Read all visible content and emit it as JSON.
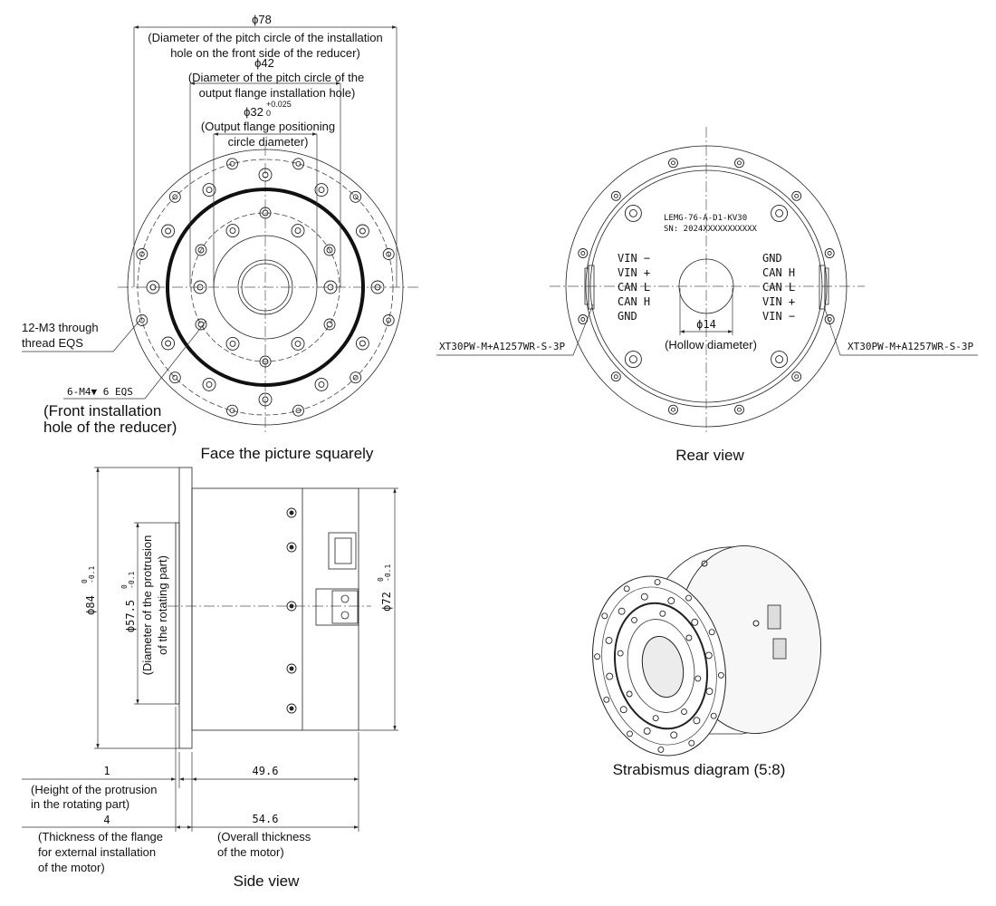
{
  "front_view": {
    "dim_78": "ϕ78",
    "desc_78_line1": "(Diameter of the pitch circle of the installation",
    "desc_78_line2": "hole on the front side of the reducer)",
    "dim_42": "ϕ42",
    "desc_42_line1": "(Diameter of the pitch circle of the",
    "desc_42_line2": "output flange installation hole)",
    "dim_32": "ϕ32",
    "tol_32_upper": "+0.025",
    "tol_32_lower": "0",
    "desc_32_line1": "(Output flange positioning",
    "desc_32_line2": "circle diameter)",
    "m3_line1": "12-M3 through",
    "m3_line2": "thread EQS",
    "m4": "6-M4▼ 6 EQS",
    "front_hole_line1": "(Front installation",
    "front_hole_line2": "hole of the reducer)",
    "caption": "Face the picture squarely"
  },
  "rear_view": {
    "model": "LEMG-76-A-D1-KV30",
    "serial": "SN: 2024XXXXXXXXXXX",
    "left_pins": [
      "VIN −",
      "VIN +",
      "CAN L",
      "CAN H",
      "GND"
    ],
    "right_pins": [
      "GND",
      "CAN H",
      "CAN L",
      "VIN +",
      "VIN −"
    ],
    "left_connector": "XT30PW-M+A1257WR-S-3P",
    "right_connector": "XT30PW-M+A1257WR-S-3P",
    "dim_14": "ϕ14",
    "desc_14": "(Hollow diameter)",
    "caption": "Rear view"
  },
  "side_view": {
    "dim_84": "ϕ84",
    "tol_84": "-0.1",
    "tol_84_upper": "0",
    "dim_57": "ϕ57.5",
    "tol_57": "-0.1",
    "tol_57_upper": "0",
    "desc_57_line1": "(Diameter of the protrusion",
    "desc_57_line2": "of the rotating part)",
    "dim_72": "ϕ72",
    "tol_72": "-0.1",
    "tol_72_upper": "0",
    "dim_1": "1",
    "desc_1_line1": "(Height of the protrusion",
    "desc_1_line2": "in the rotating part)",
    "dim_49": "49.6",
    "dim_4": "4",
    "desc_4_line1": "(Thickness of the flange",
    "desc_4_line2": "for external installation",
    "desc_4_line3": "of the motor)",
    "dim_54": "54.6",
    "desc_54_line1": "(Overall thickness",
    "desc_54_line2": "of the motor)",
    "caption": "Side view"
  },
  "iso_view": {
    "caption": "Strabismus diagram (5:8)"
  }
}
